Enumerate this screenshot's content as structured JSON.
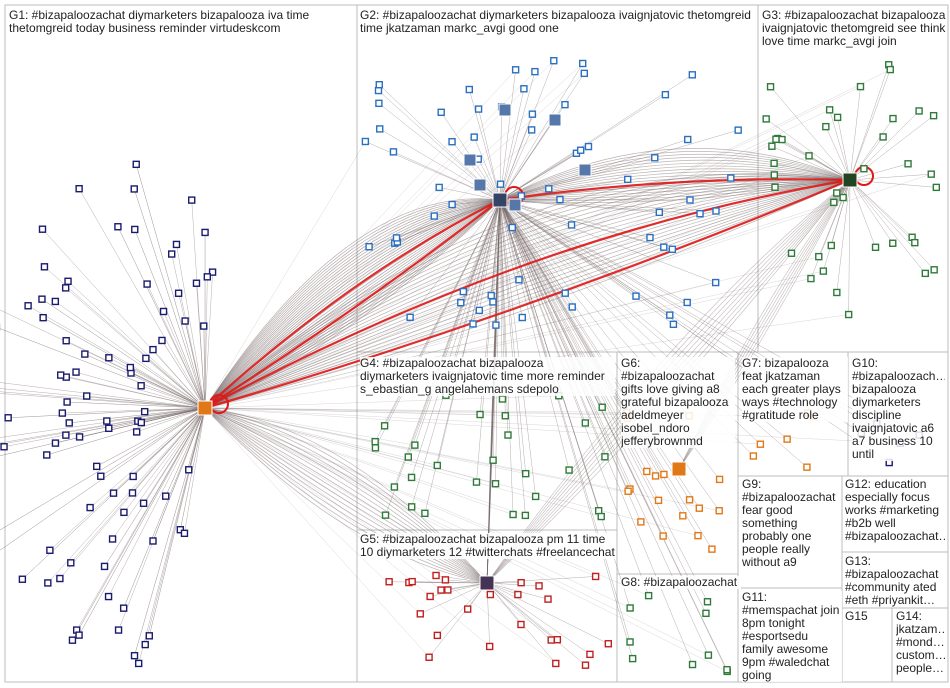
{
  "groups": [
    {
      "id": "G1",
      "label": "G1: #bizapaloozachat diymarketers bizapalooza iva time thetomgreid today business reminder virtudeskcom"
    },
    {
      "id": "G2",
      "label": "G2: #bizapaloozachat diymarketers bizapalooza ivaignjatovic thetomgreid time jkatzaman markc_avgi good one"
    },
    {
      "id": "G3",
      "label": "G3: #bizapaloozachat bizapalooza ivaignjatovic thetomgreid see think love time markc_avgi join"
    },
    {
      "id": "G4",
      "label": "G4: #bizapaloozachat bizapalooza diymarketers ivaignjatovic time more reminder s_ebastian_g angelahemans sdepolo"
    },
    {
      "id": "G5",
      "label": "G5: #bizapaloozachat bizapalooza pm 11 time 10 diymarketers 12 #twitterchats #freelancechat"
    },
    {
      "id": "G6",
      "label": "G6: #bizapaloozachat gifts love giving a8 grateful bizapalooza adeldmeyer isobel_ndoro jefferybrownmd"
    },
    {
      "id": "G7",
      "label": "G7: bizapalooza feat jkatzaman each greater plays ways #technology #gratitude role"
    },
    {
      "id": "G8",
      "label": "G8: #bizapaloozachat"
    },
    {
      "id": "G9",
      "label": "G9: #bizapaloozachat fear good something probably one people really without a9"
    },
    {
      "id": "G10",
      "label": "G10: #bizapaloozach… bizapalooza diymarketers discipline ivaignjatovic a6 a7 business 10 until"
    },
    {
      "id": "G11",
      "label": "G11: #memspachat join 8pm tonight #esportsedu family awesome 9pm #waledchat going"
    },
    {
      "id": "G12",
      "label": "G12: education especially focus works #marketing #b2b well #bizapaloozachat…"
    },
    {
      "id": "G13",
      "label": "G13: #bizapaloozachat #community ated #eth #priyankit…"
    },
    {
      "id": "G14",
      "label": "G14: jkatzam… #mond… custom… people…"
    },
    {
      "id": "G15",
      "label": "G15"
    }
  ],
  "colors": {
    "edge": "#7a6a6a",
    "edge_strong": "#e01818",
    "box_border": "#bcbcbc",
    "node_navy": "#1a1a6e",
    "node_green": "#2f7a3a",
    "node_red": "#c02020",
    "node_orange": "#e07818",
    "node_blue": "#2a6fc0"
  }
}
